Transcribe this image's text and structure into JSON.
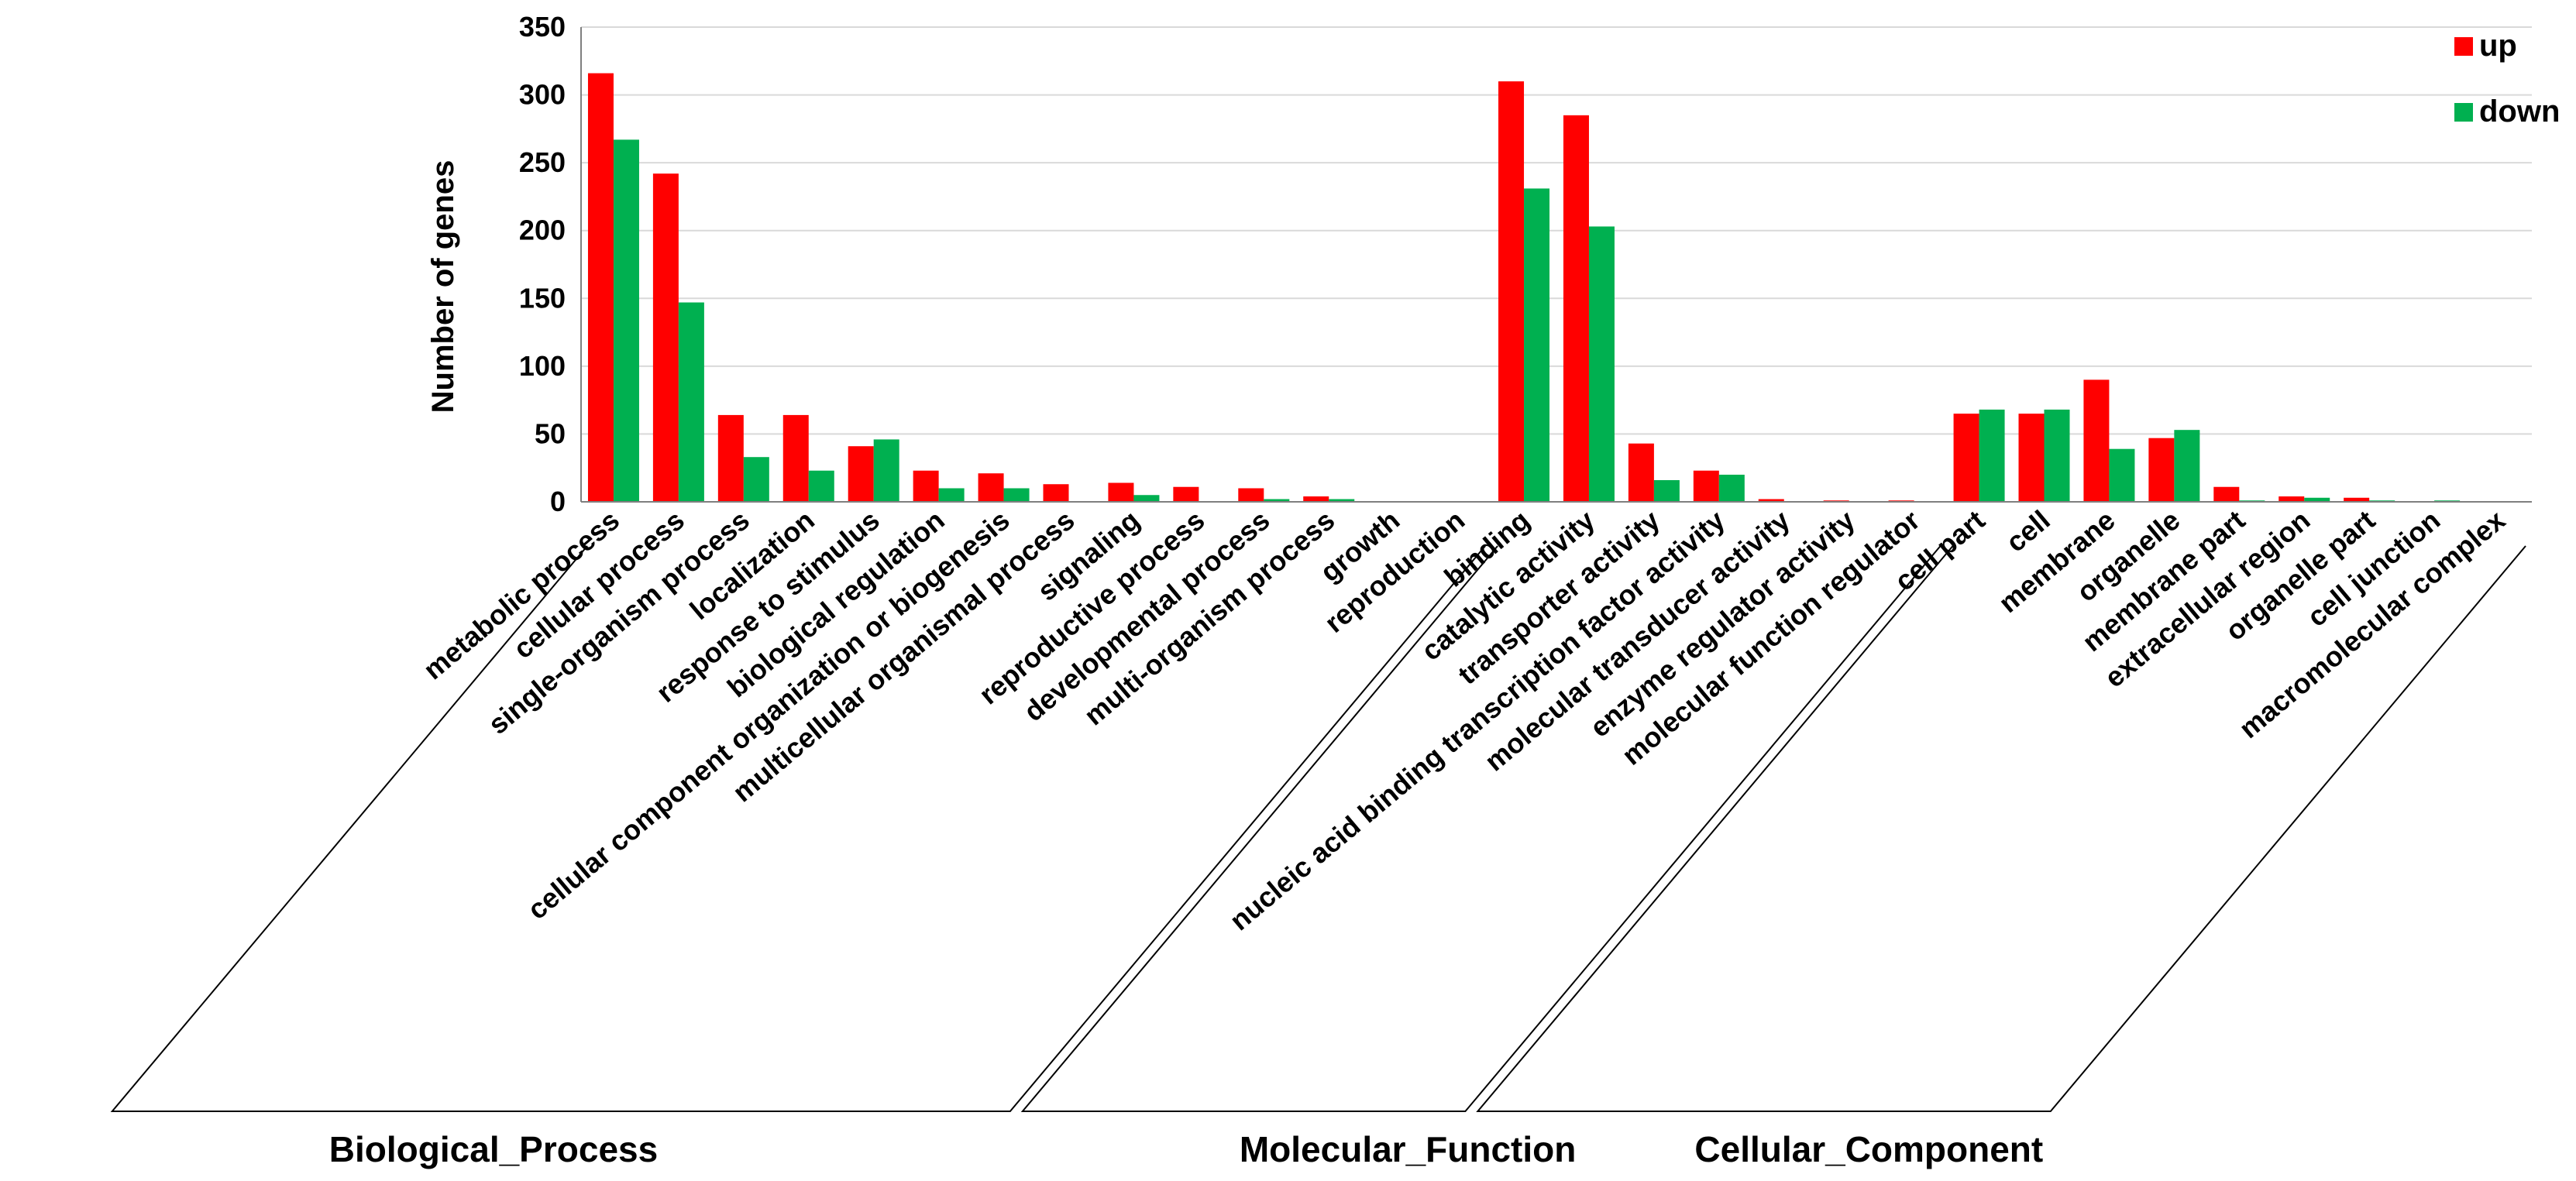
{
  "chart_data": {
    "type": "bar",
    "ylabel": "Number of genes",
    "ylim": [
      0,
      350
    ],
    "yticks": [
      "0",
      "50",
      "100",
      "150",
      "200",
      "250",
      "300",
      "350"
    ],
    "grid": true,
    "legend_position": "top-right",
    "colors": {
      "up": "#ff0000",
      "down": "#00b050"
    },
    "categories": [
      "metabolic process",
      "cellular process",
      "single-organism process",
      "localization",
      "response to stimulus",
      "biological regulation",
      "cellular component organization or biogenesis",
      "multicellular organismal process",
      "signaling",
      "reproductive process",
      "developmental process",
      "multi-organism process",
      "growth",
      "reproduction",
      "binding",
      "catalytic activity",
      "transporter activity",
      "nucleic acid binding transcription factor activity",
      "molecular transducer activity",
      "enzyme regulator activity",
      "molecular function regulator",
      "cell part",
      "cell",
      "membrane",
      "organelle",
      "membrane part",
      "extracellular region",
      "organelle part",
      "cell junction",
      "macromolecular complex"
    ],
    "series": [
      {
        "name": "up",
        "values": [
          316,
          242,
          64,
          64,
          41,
          23,
          21,
          13,
          14,
          11,
          10,
          4,
          0,
          0,
          310,
          285,
          43,
          23,
          2,
          1,
          1,
          65,
          65,
          90,
          47,
          11,
          4,
          3,
          0,
          0
        ]
      },
      {
        "name": "down",
        "values": [
          267,
          147,
          33,
          23,
          46,
          10,
          10,
          0,
          5,
          0,
          2,
          2,
          0,
          0,
          231,
          203,
          16,
          20,
          0,
          0,
          0,
          68,
          68,
          39,
          53,
          1,
          3,
          1,
          1,
          0
        ]
      }
    ],
    "groups": [
      {
        "label": "Biological_Process",
        "start": 0,
        "end": 13
      },
      {
        "label": "Molecular_Function",
        "start": 14,
        "end": 20
      },
      {
        "label": "Cellular_Component",
        "start": 21,
        "end": 29
      }
    ]
  }
}
